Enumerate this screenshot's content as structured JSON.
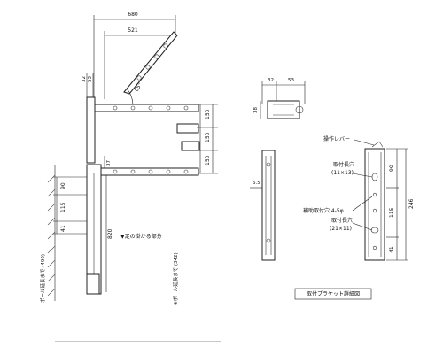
{
  "dims": {
    "overall_width": "680",
    "arm_reach": "521",
    "pole_32": "32",
    "pole_53": "53",
    "angle": "65°",
    "pitch_1": "150",
    "pitch_2": "150",
    "pitch_3": "150",
    "offset_37": "37",
    "h_90": "90",
    "h_115": "115",
    "h_41": "41",
    "leg_820": "820",
    "gap_6_5": "6.5",
    "det_32": "32",
    "det_53": "53",
    "det_38": "38",
    "det_90": "90",
    "det_115": "115",
    "det_41": "41",
    "det_246": "246"
  },
  "labels": {
    "foot_part": "▼足の掛かる部分",
    "pole_ext_1": "ポール延長まで (490)",
    "pole_ext_2": "※ポール延長まで (342)",
    "lever": "操作レバー",
    "hole_1": "取付長穴",
    "hole_1_size": "(11×13)",
    "aux_hole": "補助取付穴 4-5φ",
    "hole_2": "取付長穴",
    "hole_2_size": "(21×11)",
    "bracket_detail": "取付ブラケット詳細図"
  }
}
